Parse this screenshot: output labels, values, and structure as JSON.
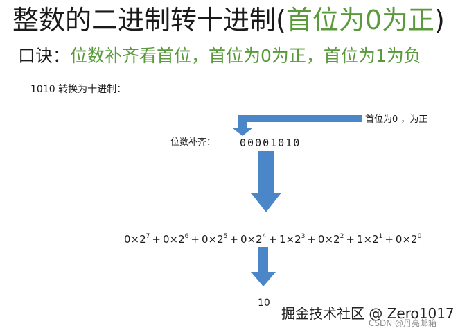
{
  "title": {
    "main": "整数的二进制转十进制",
    "paren_open": "(",
    "highlight": "首位为0为正",
    "paren_close": ")"
  },
  "rule": {
    "prefix": "口诀：",
    "text": "位数补齐看首位，首位为0为正，首位为1为负"
  },
  "example": "1010 转换为十进制：",
  "note": "首位为0 ，为正",
  "padding": {
    "label": "位数补齐：",
    "digits": "00001010"
  },
  "expansion": {
    "terms": [
      {
        "coef": "0",
        "exp": "7"
      },
      {
        "coef": "0",
        "exp": "6"
      },
      {
        "coef": "0",
        "exp": "5"
      },
      {
        "coef": "0",
        "exp": "4"
      },
      {
        "coef": "1",
        "exp": "3"
      },
      {
        "coef": "0",
        "exp": "2"
      },
      {
        "coef": "1",
        "exp": "1"
      },
      {
        "coef": "0",
        "exp": "0"
      }
    ],
    "times": "×",
    "base": "2",
    "plus": "+"
  },
  "result": "10",
  "watermark": {
    "juejin": "掘金技术社区 @ Zero1017",
    "csdn": "CSDN @丹亮邮箱"
  },
  "colors": {
    "green": "#5a9a3c",
    "arrow": "#4a86c8"
  }
}
